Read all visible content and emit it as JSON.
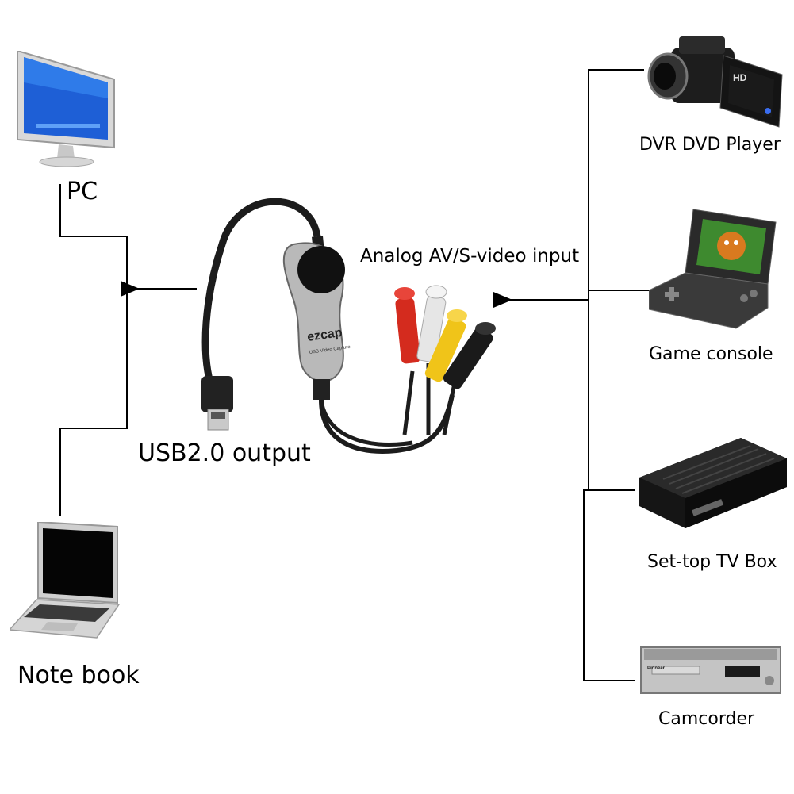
{
  "labels": {
    "pc": "PC",
    "notebook": "Note book",
    "usb_output": "USB2.0 output",
    "analog_input": "Analog AV/S-video input",
    "dvr": "DVR DVD Player",
    "game_console": "Game console",
    "settop": "Set-top TV Box",
    "camcorder": "Camcorder"
  },
  "device": {
    "brand": "ezcap",
    "subtitle": "USB Video Capture"
  },
  "devices_misc": {
    "camera_badge": "HD",
    "player_brand": "Pioneer"
  },
  "colors": {
    "line": "#000000",
    "rca_red": "#d42b1e",
    "rca_white": "#e8e8e8",
    "rca_yellow": "#f0c419",
    "svideo_black": "#1a1a1a",
    "device_silver": "#b8b8b8"
  }
}
